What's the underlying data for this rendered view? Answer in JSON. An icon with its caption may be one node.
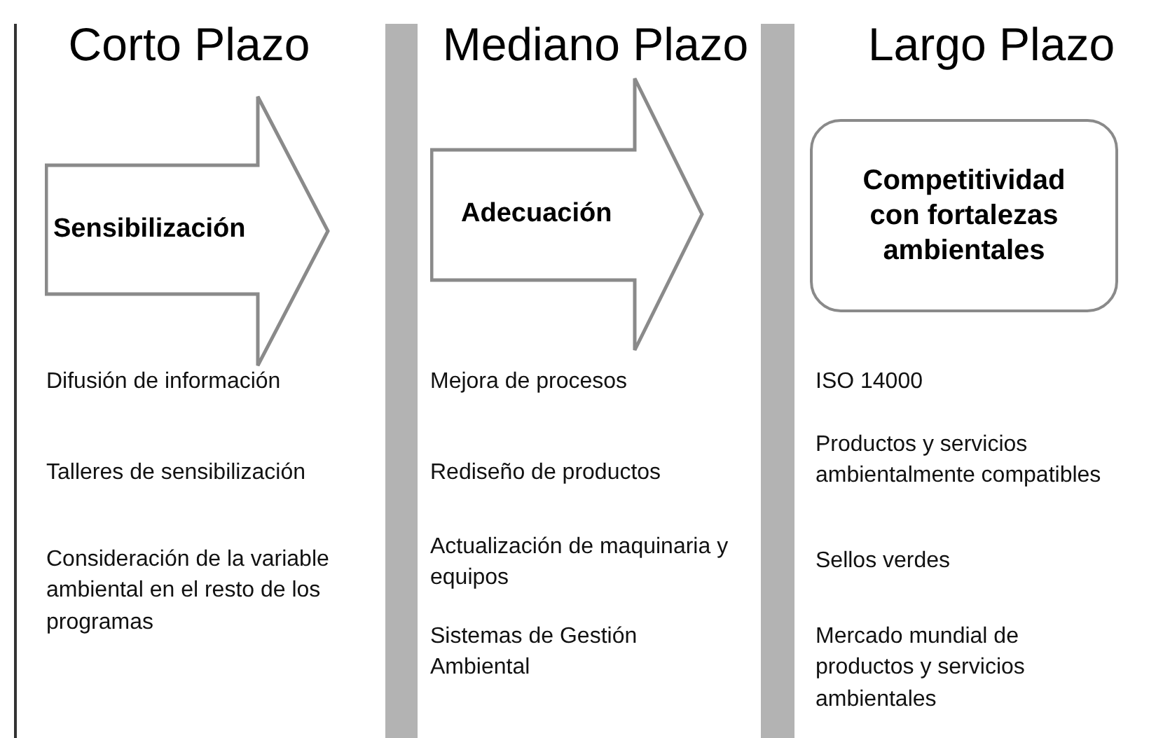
{
  "diagram": {
    "nodes": [
      {
        "text": [
          "Sensibilización"
        ]
      },
      {
        "text": [
          "Adecuación"
        ]
      },
      {
        "text": [
          "Competitividad con fortalezas ambientales"
        ]
      },
      {
        "text": [],
        "shape": "bar"
      },
      {
        "text": [],
        "shape": "bar"
      }
    ],
    "labels": [
      "Corto Plazo",
      "Mediano Plazo",
      "Largo Plazo",
      "Difusión de información",
      "Talleres de sensibilización",
      "Consideración de la variable ambiental en el resto de los programas",
      "Mejora de procesos",
      "Rediseño de productos",
      "Actualización de maquinaria y equipos",
      "Sistemas de Gestión Ambiental",
      "ISO 14000",
      "Productos y servicios ambientalmente compatibles",
      "Sellos verdes",
      "Mercado mundial de productos y servicios ambientales"
    ]
  }
}
